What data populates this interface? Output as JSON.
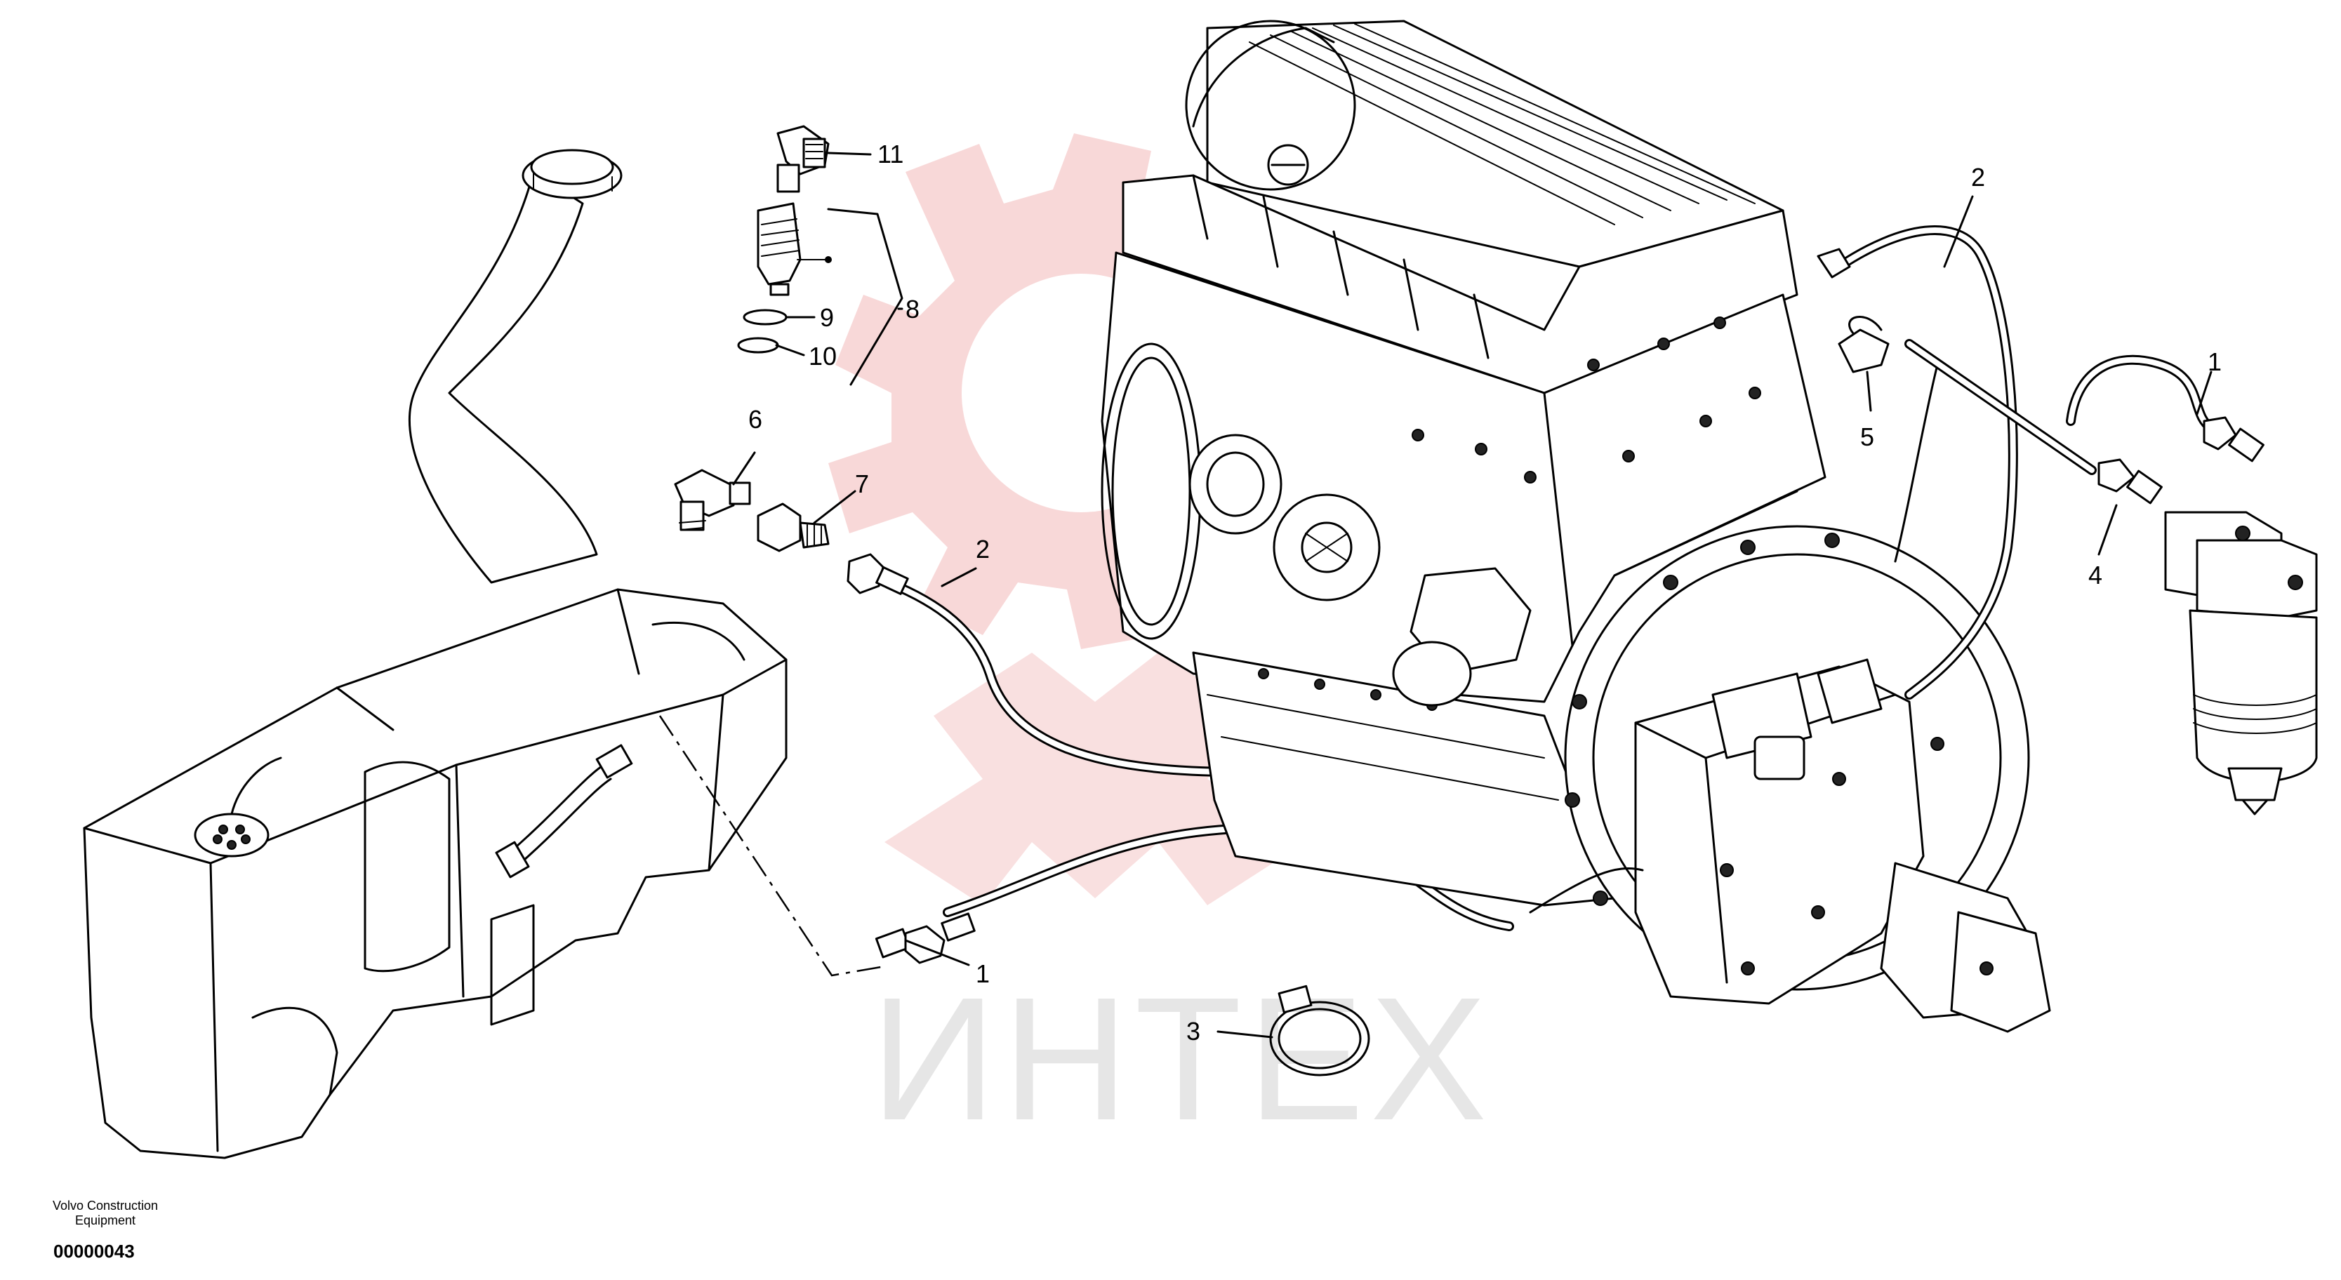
{
  "diagram": {
    "callouts": [
      {
        "id": "c11",
        "label": "11"
      },
      {
        "id": "c8",
        "label": "8"
      },
      {
        "id": "c9",
        "label": "9"
      },
      {
        "id": "c10",
        "label": "10"
      },
      {
        "id": "c6",
        "label": "6"
      },
      {
        "id": "c7",
        "label": "7"
      },
      {
        "id": "c2a",
        "label": "2"
      },
      {
        "id": "c1a",
        "label": "1"
      },
      {
        "id": "c3",
        "label": "3"
      },
      {
        "id": "c2b",
        "label": "2"
      },
      {
        "id": "c5",
        "label": "5"
      },
      {
        "id": "c1b",
        "label": "1"
      },
      {
        "id": "c4",
        "label": "4"
      }
    ],
    "watermark": {
      "text": "ИНТЕХ",
      "logo_color": "#f2b9b9",
      "text_color": "#e6e6e6"
    }
  },
  "footer": {
    "company": "Volvo Construction Equipment",
    "doc_number": "00000043"
  }
}
